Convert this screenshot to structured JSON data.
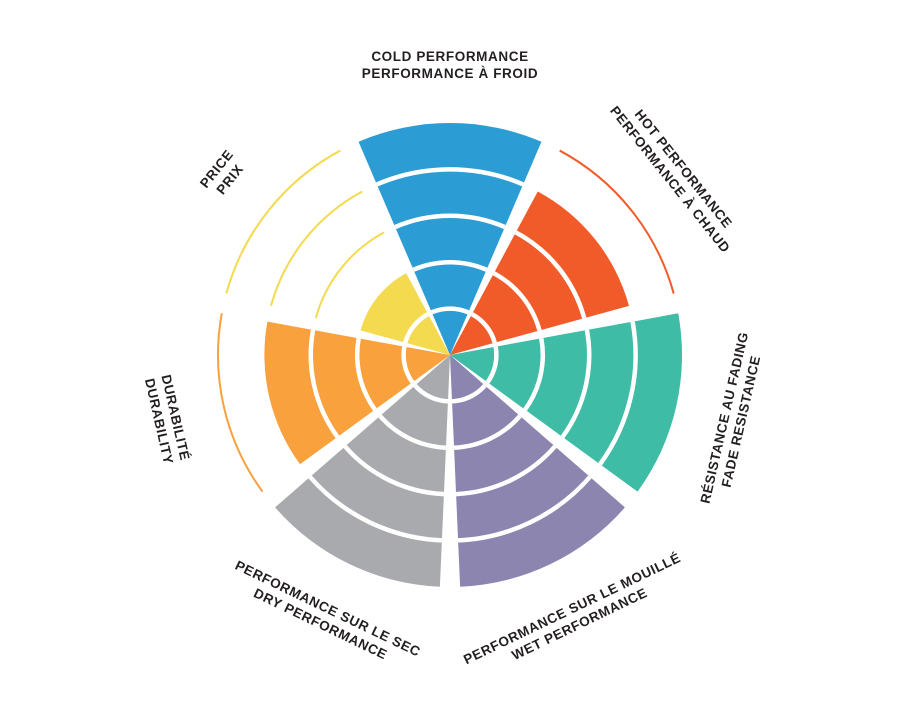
{
  "page": {
    "background": "#FFFFFF"
  },
  "chart_data": {
    "type": "polar-rating-wheel",
    "title": "",
    "rings": 5,
    "max_rating": 5,
    "start_angle_deg": -90,
    "sector_gap_deg": 5,
    "label_color": "#231F20",
    "ring_separator_color": "#FFFFFF",
    "legend_position": "around-wheel",
    "categories": [
      {
        "id": "cold-performance",
        "label_lines": [
          "COLD PERFORMANCE",
          "PERFORMANCE À FROID"
        ],
        "value": 5,
        "color": "#2C9CD4"
      },
      {
        "id": "hot-performance",
        "label_lines": [
          "HOT PERFORMANCE",
          "PERFORMANCE À CHAUD"
        ],
        "value": 4,
        "color": "#F15B2A"
      },
      {
        "id": "fade-resistance",
        "label_lines": [
          "RÉSISTANCE AU FADING",
          "FADE RESISTANCE"
        ],
        "value": 5,
        "color": "#3FBCA5"
      },
      {
        "id": "wet-performance",
        "label_lines": [
          "PERFORMANCE SUR LE MOUILLÉ",
          "WET PERFORMANCE"
        ],
        "value": 5,
        "color": "#8B85AF"
      },
      {
        "id": "dry-performance",
        "label_lines": [
          "PERFORMANCE SUR LE SEC",
          "DRY PERFORMANCE"
        ],
        "value": 5,
        "color": "#A8AAAD"
      },
      {
        "id": "durability",
        "label_lines": [
          "DURABILITÉ",
          "DURABILITY"
        ],
        "value": 4,
        "color": "#F9A13C"
      },
      {
        "id": "price",
        "label_lines": [
          "PRICE",
          "PRIX"
        ],
        "value": 2,
        "color": "#F3DA4E"
      }
    ]
  }
}
